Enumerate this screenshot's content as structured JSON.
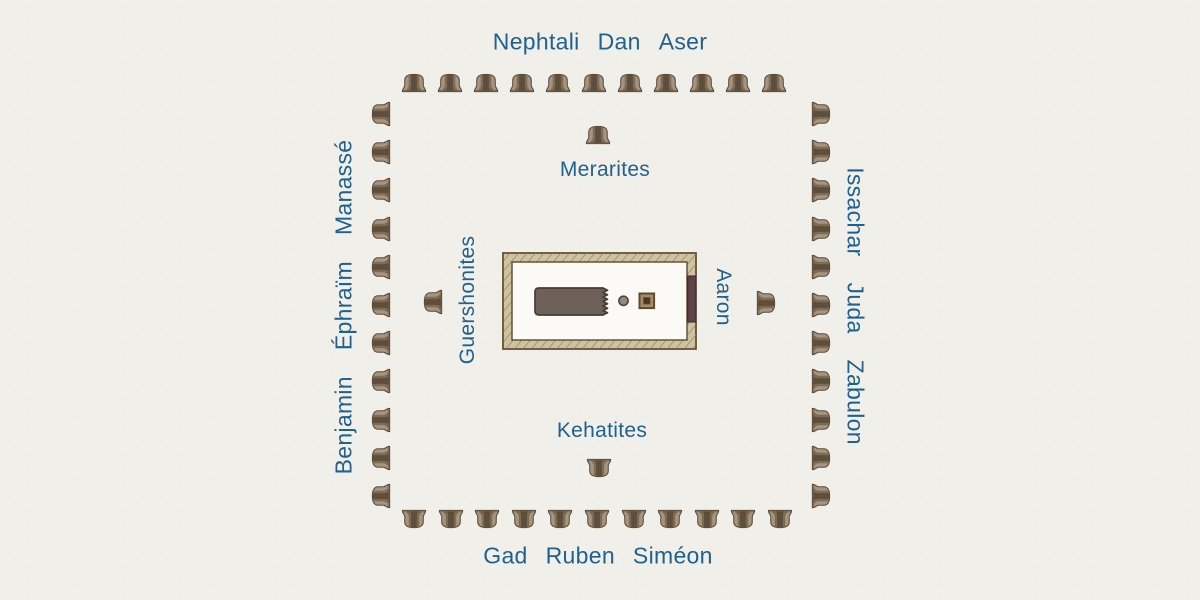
{
  "diagram": {
    "tribes": {
      "north": [
        "Nephtali",
        "Dan",
        "Aser"
      ],
      "east": [
        "Issachar",
        "Juda",
        "Zabulon"
      ],
      "south": [
        "Gad",
        "Ruben",
        "Siméon"
      ],
      "west": [
        "Benjamin",
        "Éphraïm",
        "Manassé"
      ]
    },
    "levites": {
      "north": "Merarites",
      "south": "Kehatites",
      "west": "Guershonites",
      "east": "Aaron"
    },
    "camp": {
      "tents_per_side": {
        "north": 11,
        "east": 11,
        "south": 11,
        "west": 11
      },
      "single_tents": {
        "merarites": 1,
        "kehatites": 1,
        "guershonites": 1,
        "aaron": 1
      }
    }
  },
  "colors": {
    "label_blue": "#21618e",
    "background": "#f1efe9",
    "tent_body": "#a59480",
    "tent_panel": "#7e6b55",
    "tent_door": "#5f4e3b",
    "tent_outline": "#5a4a36",
    "court_fill": "#cfc2a0",
    "court_hatch": "#8b7956",
    "court_outline": "#5c4930",
    "courtyard_inner": "#fbfaf6",
    "gate": "#5d4246",
    "gate_outline": "#3e2e31",
    "tabernacle_tent": "#6e6058",
    "tabernacle_tent_outline": "#463c36",
    "laver": "#95897b",
    "laver_outline": "#4f453c",
    "altar_frame": "#a78c63",
    "altar_outline": "#5e4930",
    "altar_center": "#46362a"
  }
}
